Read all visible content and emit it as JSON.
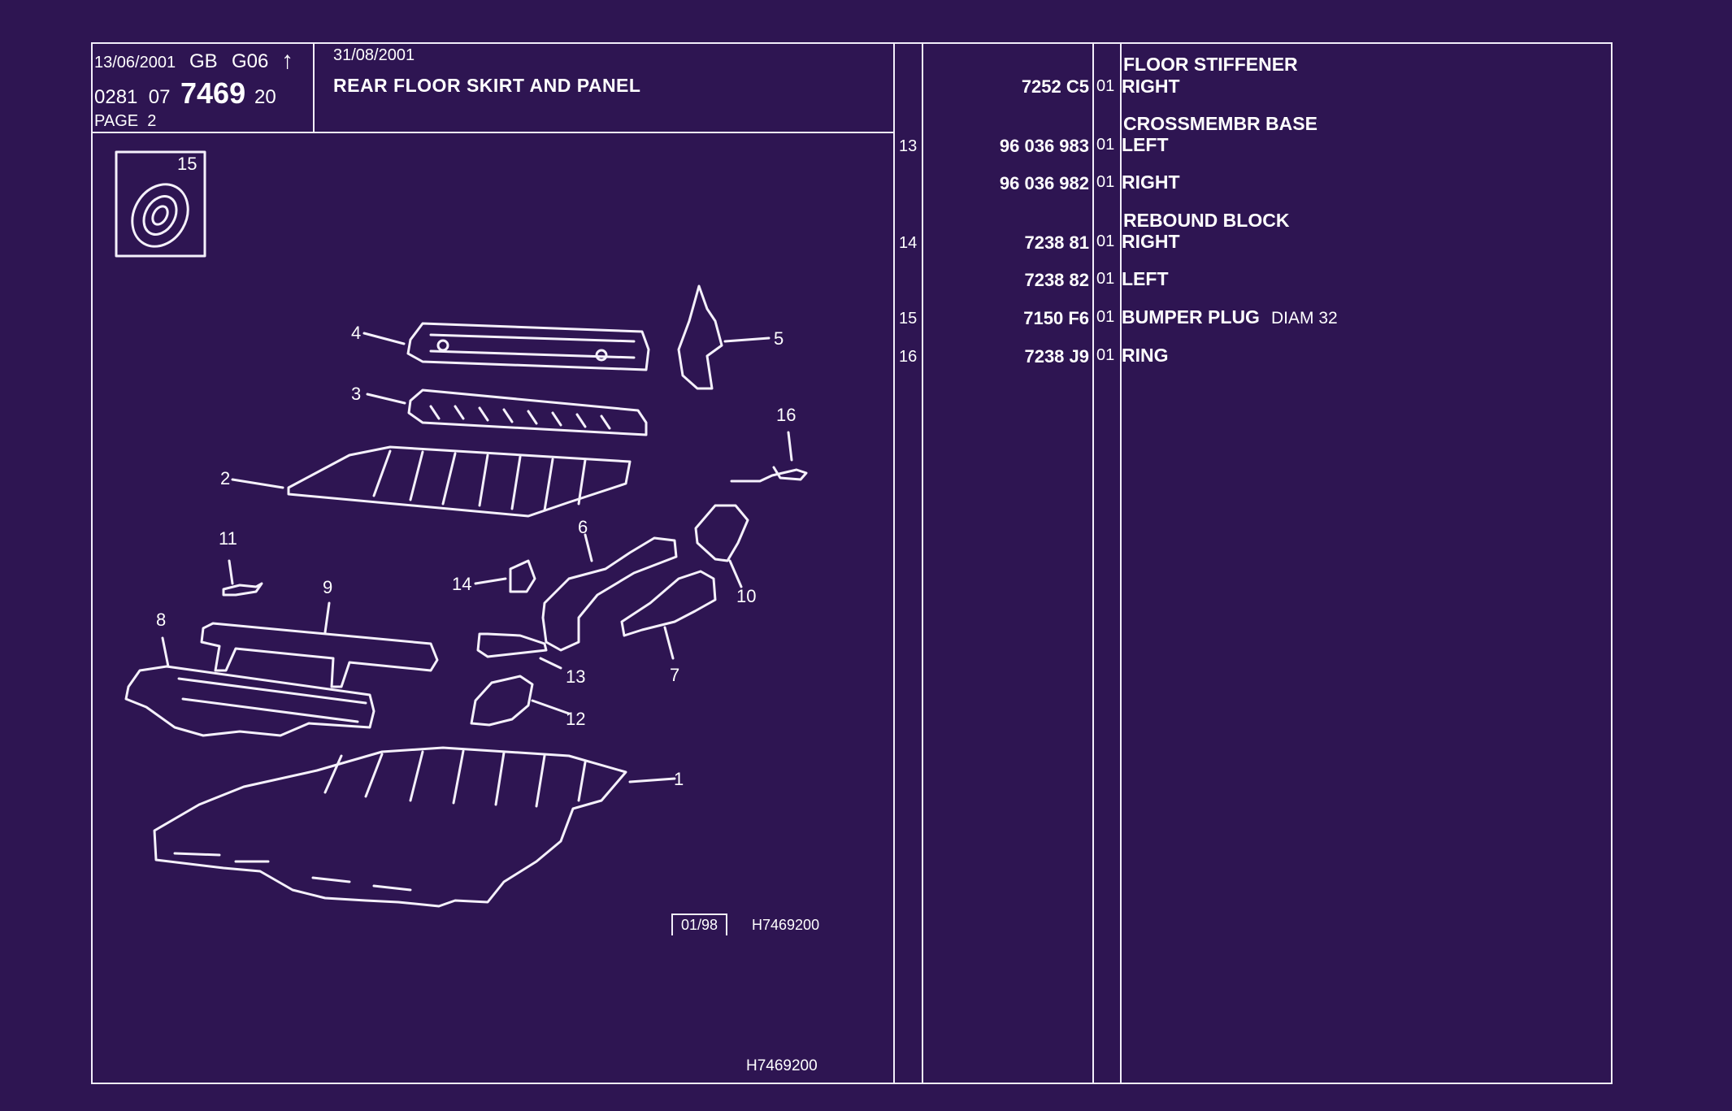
{
  "header": {
    "date_left": "13/06/2001",
    "lang": "GB",
    "group": "G06",
    "arrow": "↑",
    "code_prefix": "0281  07",
    "code_main": "7469",
    "code_suffix": "20",
    "page": "PAGE  2",
    "date_right": "31/08/2001",
    "title": "REAR FLOOR SKIRT AND PANEL"
  },
  "parts": [
    {
      "ref": "",
      "part_no": "7252 C5",
      "qty": "01",
      "heading": "FLOOR STIFFENER",
      "desc": "RIGHT",
      "extra": ""
    },
    {
      "ref": "13",
      "part_no": "96 036 983",
      "qty": "01",
      "heading": "CROSSMEMBR BASE",
      "desc": "LEFT",
      "extra": ""
    },
    {
      "ref": "",
      "part_no": "96 036 982",
      "qty": "01",
      "heading": "",
      "desc": "RIGHT",
      "extra": ""
    },
    {
      "ref": "14",
      "part_no": "7238 81",
      "qty": "01",
      "heading": "REBOUND BLOCK",
      "desc": "RIGHT",
      "extra": ""
    },
    {
      "ref": "",
      "part_no": "7238 82",
      "qty": "01",
      "heading": "",
      "desc": "LEFT",
      "extra": ""
    },
    {
      "ref": "15",
      "part_no": "7150 F6",
      "qty": "01",
      "heading": "",
      "desc": "BUMPER PLUG",
      "extra": "DIAM 32"
    },
    {
      "ref": "16",
      "part_no": "7238 J9",
      "qty": "01",
      "heading": "",
      "desc": "RING",
      "extra": ""
    }
  ],
  "diagram": {
    "inset_label": "15",
    "callouts": [
      "1",
      "2",
      "3",
      "4",
      "5",
      "6",
      "7",
      "8",
      "9",
      "10",
      "11",
      "12",
      "13",
      "14",
      "16"
    ],
    "stamp_box": "01/98",
    "stamp_ref": "H7469200",
    "footer_ref": "H7469200"
  },
  "colors": {
    "background": "#2e1552",
    "lines": "#f2eefa"
  }
}
